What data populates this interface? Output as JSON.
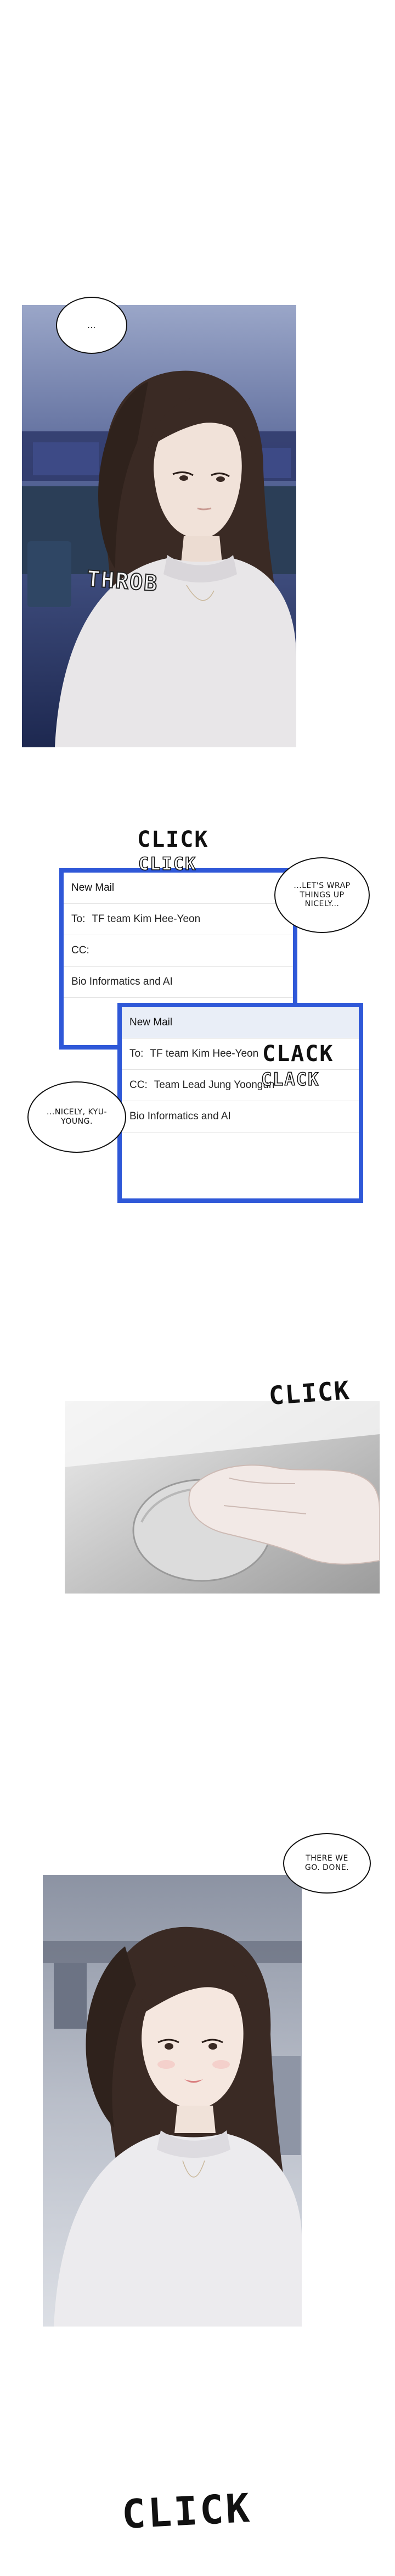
{
  "panel1": {
    "speech": "...",
    "sfx": "THROB"
  },
  "mail_scene": {
    "sfx_click": "CLICK",
    "sfx_click2": "CLICK",
    "speech_wrap": "...LET'S WRAP THINGS UP NICELY...",
    "speech_nicely": "...NICELY, KYU-YOUNG.",
    "sfx_clack": "CLACK",
    "sfx_clack2": "CLACK",
    "mail1": {
      "title": "New Mail",
      "to_label": "To:",
      "to_value": "TF team Kim Hee-Yeon",
      "cc_label": "CC:",
      "cc_value": "",
      "subject": "Bio Informatics and AI"
    },
    "mail2": {
      "title": "New Mail",
      "to_label": "To:",
      "to_value": "TF team Kim Hee-Yeon",
      "cc_label": "CC:",
      "cc_value": "Team Lead Jung Yoongun",
      "subject": "Bio Informatics and AI"
    }
  },
  "panel3": {
    "sfx": "CLICK"
  },
  "panel4": {
    "speech": "THERE WE GO. DONE."
  },
  "ending": {
    "sfx": "CLICK"
  }
}
